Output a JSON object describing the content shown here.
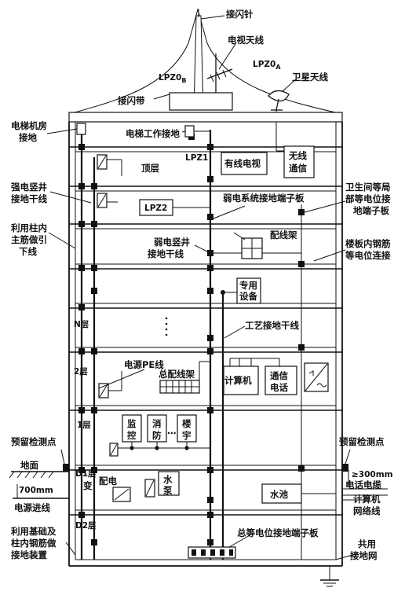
{
  "labels": {
    "lightning_rod": "接闪针",
    "tv_antenna": "电视天线",
    "lpz0b_main": "LPZ0",
    "lpz0b_sub": "B",
    "lpz0a_main": "LPZ0",
    "lpz0a_sub": "A",
    "satellite": "卫星天线",
    "air_termination_strip": "接闪带",
    "elevator_room_1": "电梯机房",
    "elevator_room_2": "接地",
    "elevator_ground": "电梯工作接地",
    "lpz1": "LPZ1",
    "cable_tv": "有线电视",
    "wireless_1": "无线",
    "wireless_2": "通信",
    "top_floor": "顶层",
    "strong_shaft_1": "强电竖井",
    "strong_shaft_2": "接地干线",
    "lpz2": "LPZ2",
    "weak_terminal": "弱电系统接地端子板",
    "bathroom_1": "卫生间等局",
    "bathroom_2": "部等电位接",
    "bathroom_3": "地端子板",
    "column_rebar_1": "利用柱内",
    "column_rebar_2": "主筋做引",
    "column_rebar_3": "下线",
    "weak_shaft_1": "弱电竖井",
    "weak_shaft_2": "接地干线",
    "distribution_frame": "配线架",
    "slab_rebar_1": "楼板内钢筋",
    "slab_rebar_2": "等电位连接",
    "dedicated_1": "专用",
    "dedicated_2": "设备",
    "floor_n": "N层",
    "process_trunk": "工艺接地干线",
    "power_pe": "电源PE线",
    "floor_2": "2层",
    "main_frame": "总配线架",
    "computer": "计算机",
    "telecom_1": "通信",
    "telecom_2": "电话",
    "floor_1": "1层",
    "monitor_1": "监",
    "monitor_2": "控",
    "fire_1": "消",
    "fire_2": "防",
    "ellipsis": "…",
    "building_1": "楼",
    "building_2": "宇",
    "test_point_left": "预留检测点",
    "test_point_right": "预留检测点",
    "ground_level": "地面",
    "depth_700": "700mm",
    "floor_d1": "D1层",
    "substation_1": "变",
    "substation_2": "配电",
    "pump_1": "水",
    "pump_2": "泵",
    "gte_300": "≥300mm",
    "phone_cable": "电话电缆",
    "computer_net_1": "计算机",
    "computer_net_2": "网络线",
    "power_incoming": "电源进线",
    "water_pool": "水池",
    "floor_d2": "D2层",
    "main_terminal": "总等电位接地端子板",
    "foundation_1": "利用基础及",
    "foundation_2": "柱内钢筋做",
    "foundation_3": "接地装置",
    "common_grid_1": "共用",
    "common_grid_2": "接地网"
  }
}
